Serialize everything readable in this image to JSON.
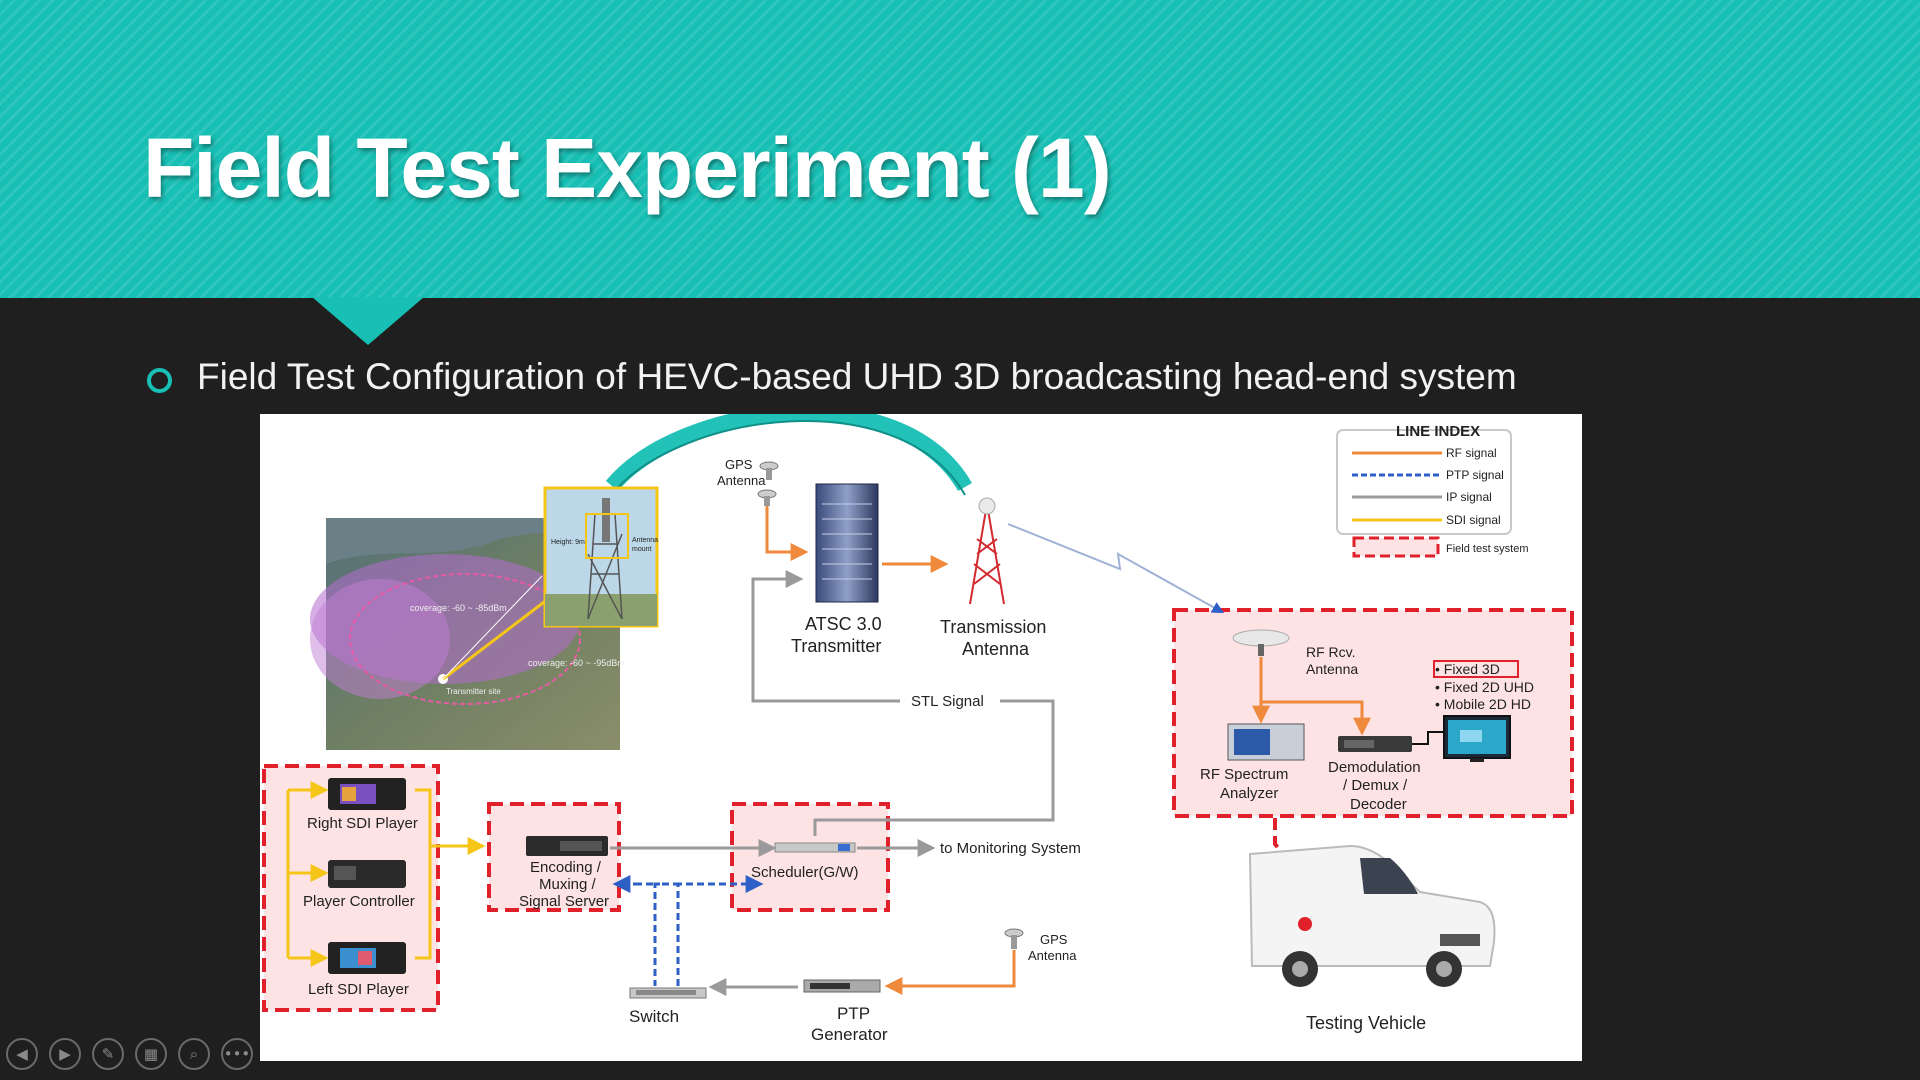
{
  "slide": {
    "title": "Field Test Experiment (1)",
    "bullet": "Field Test Configuration of HEVC-based UHD 3D broadcasting head-end system"
  },
  "diagram": {
    "gps_top": "GPS",
    "gps_top_2": "Antenna",
    "atsc_1": "ATSC 3.0",
    "atsc_2": "Transmitter",
    "tx_ant_1": "Transmission",
    "tx_ant_2": "Antenna",
    "stl": "STL Signal",
    "map_height": "Height: 9m",
    "map_antenna_1": "Antenna",
    "map_antenna_2": "mount",
    "map_coverage_1": "coverage: -60 ~ -85dBm",
    "map_coverage_2": "coverage: -60 ~ -95dBm",
    "map_site": "Transmitter site",
    "right_sdi": "Right SDI Player",
    "player_ctrl": "Player Controller",
    "left_sdi": "Left SDI Player",
    "enc_1": "Encoding /",
    "enc_2": "Muxing /",
    "enc_3": "Signal Server",
    "scheduler": "Scheduler(G/W)",
    "monitoring": "to Monitoring System",
    "switch": "Switch",
    "ptp_1": "PTP",
    "ptp_2": "Generator",
    "gps_bottom": "GPS",
    "gps_bottom_2": "Antenna",
    "rf_rcv_1": "RF Rcv.",
    "rf_rcv_2": "Antenna",
    "spectrum_1": "RF Spectrum",
    "spectrum_2": "Analyzer",
    "demod_1": "Demodulation",
    "demod_2": "/ Demux /",
    "demod_3": "Decoder",
    "mode_1": "• Fixed 3D",
    "mode_2": "• Fixed 2D UHD",
    "mode_3": "• Mobile 2D HD",
    "vehicle": "Testing Vehicle",
    "legend_title": "LINE INDEX",
    "legend_rf": "RF signal",
    "legend_ptp": "PTP signal",
    "legend_ip": "IP signal",
    "legend_sdi": "SDI signal",
    "legend_field": "Field test system"
  },
  "colors": {
    "accent": "#17bfb4",
    "rf": "#ef8a3c",
    "ptp": "#2e5fc7",
    "ip": "#9a9a9a",
    "sdi": "#f5c518",
    "field": "#e0202a"
  },
  "controls": [
    "prev-icon",
    "next-icon",
    "pen-icon",
    "slides-icon",
    "zoom-icon",
    "more-icon"
  ]
}
